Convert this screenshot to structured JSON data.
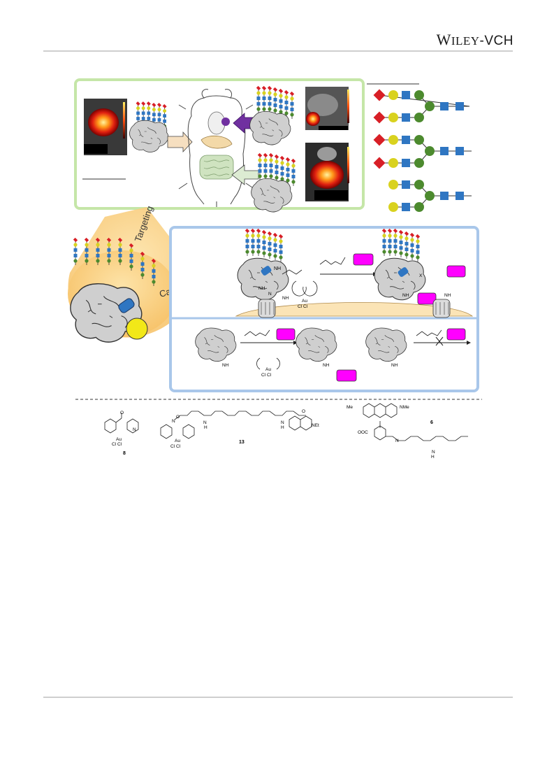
{
  "header": {
    "publisher_first": "W",
    "publisher_rest": "ILEY",
    "publisher_suffix": "-VCH"
  },
  "figure": {
    "targeting_label": "Targeting",
    "catalysis_label": "Catalysis",
    "compound_labels": {
      "c8": "8",
      "c13": "13",
      "c6": "6"
    },
    "chem_text": {
      "au_plus": "Au",
      "cl_cl": "Cl  Cl",
      "nh2": "NH",
      "net2": "NEt",
      "nme2_left": "Me",
      "nme2_right": "NMe",
      "coo": "OOC",
      "n": "N",
      "o": "O",
      "h": "H",
      "x": "X"
    }
  },
  "colors": {
    "panel_green": "#c5e6a8",
    "panel_blue": "#a9c7ea",
    "magenta": "#ff00ff",
    "sialic_red": "#d81f26",
    "galactose_yellow": "#d9d21f",
    "glcnac_blue": "#2f76c2",
    "mannose_green": "#4c8a2e",
    "arrow_purple": "#7030a0",
    "arrow_peach": "#f6dfc0",
    "arrow_lightgreen": "#dcebd2",
    "glow_orange": "#fbd183"
  }
}
